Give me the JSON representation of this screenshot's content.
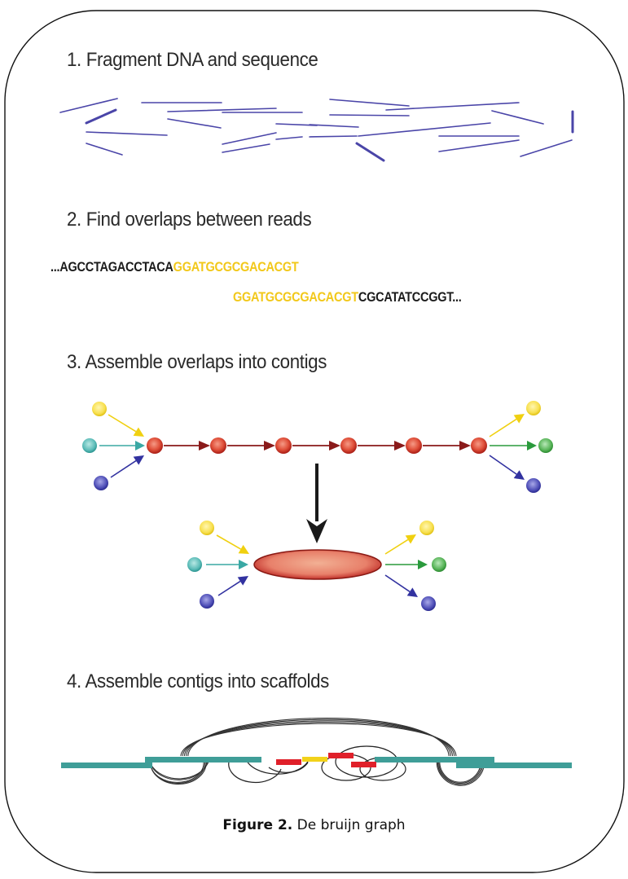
{
  "steps": [
    {
      "title": "1. Fragment DNA and sequence"
    },
    {
      "title": "2. Find overlaps between reads"
    },
    {
      "title": "3. Assemble overlaps into contigs"
    },
    {
      "title": "4. Assemble contigs into scaffolds"
    }
  ],
  "overlap": {
    "read1_prefix": "...AGCCTAGACCTACA",
    "read1_overlap": "GGATGCGCGACACGT",
    "read2_overlap": "GGATGCGCGACACGT",
    "read2_suffix": "CGCATATCCGGT..."
  },
  "caption": {
    "label": "Figure 2.",
    "text": " De bruijn graph"
  },
  "colors": {
    "read_line": "#4a45a8",
    "contig_node": "#d63a2a",
    "contig_edge": "#8a1a1a",
    "yellow": "#f2d21a",
    "cyan": "#3aaaa8",
    "blue": "#3a3aa0",
    "green": "#2a9a40",
    "scaffold_teal": "#3f9e98",
    "scaffold_red": "#e0202a",
    "scaffold_yellow": "#f2d21a"
  },
  "graph": {
    "chain_nodes": 6,
    "inputs": [
      "yellow",
      "cyan",
      "blue"
    ],
    "outputs": [
      "yellow",
      "green",
      "blue"
    ]
  }
}
